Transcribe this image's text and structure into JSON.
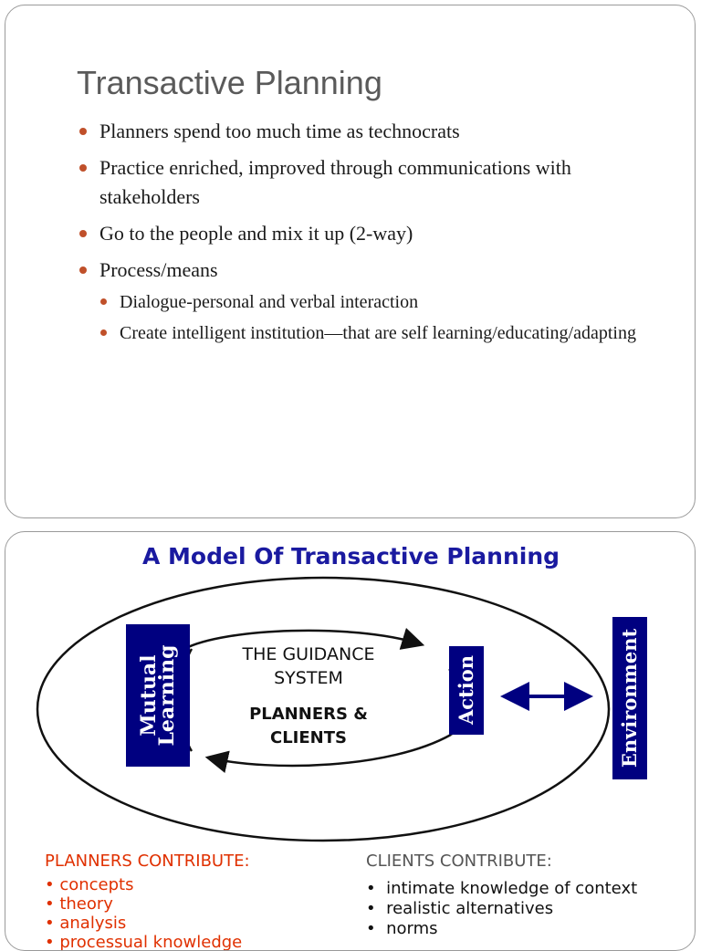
{
  "slide1": {
    "title": "Transactive Planning",
    "bullets": [
      "Planners spend too much time as technocrats",
      "Practice enriched, improved through communications with stakeholders",
      "Go to the people and mix it up (2-way)",
      "Process/means"
    ],
    "sub_bullets": [
      "Dialogue-personal and verbal interaction",
      "Create intelligent institution—that are self learning/educating/adapting"
    ]
  },
  "slide2": {
    "title": "A Model Of Transactive Planning",
    "mutual_learning_line1": "Mutual",
    "mutual_learning_line2": "Learning",
    "guidance_line1": "THE GUIDANCE",
    "guidance_line2": "SYSTEM",
    "planners_line1": "PLANNERS &",
    "planners_line2": "CLIENTS",
    "action": "Action",
    "environment": "Environment",
    "planners_contribute": {
      "heading": "PLANNERS CONTRIBUTE:",
      "items": [
        "concepts",
        "theory",
        "analysis",
        "processual knowledge"
      ]
    },
    "clients_contribute": {
      "heading": "CLIENTS CONTRIBUTE:",
      "items": [
        "intimate knowledge of context",
        "realistic alternatives",
        "norms"
      ]
    },
    "colors": {
      "box_fill": "#000080",
      "title_blue": "#1a1aa0",
      "planners_red": "#e03000",
      "bullet_accent": "#c0502a"
    }
  }
}
